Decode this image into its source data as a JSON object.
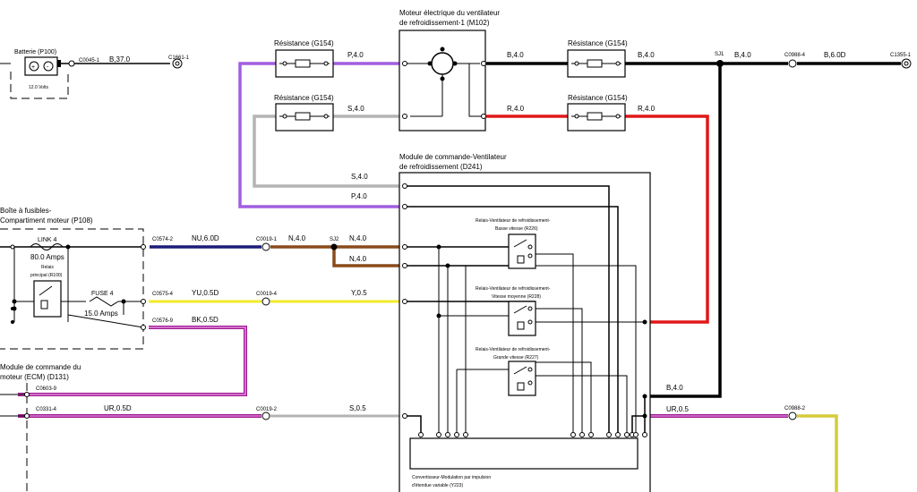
{
  "components": {
    "battery": {
      "title": "Batterie (P100)",
      "voltage": "12.0 Volts"
    },
    "motor": {
      "title_line1": "Moteur électrique du ventilateur",
      "title_line2": "de refroidissement-1 (M102)"
    },
    "resistor_top_left": "Résistance (G154)",
    "resistor_mid_left": "Résistance (G154)",
    "resistor_top_right": "Résistance (G154)",
    "resistor_mid_right": "Résistance (G154)",
    "module_d241": {
      "line1": "Module de commande-Ventilateur",
      "line2": "de refroidissement (D241)"
    },
    "fuse_box": {
      "line1": "Boîte à fusibles-",
      "line2": "Compartiment moteur (P108)"
    },
    "link4": {
      "name": "LINK 4",
      "rating": "80.0 Amps"
    },
    "relay_main": {
      "line1": "Relais",
      "line2": "principal (R100)"
    },
    "fuse4": {
      "name": "FUSE 4",
      "rating": "15.0 Amps"
    },
    "relay_low": {
      "line1": "Relais-Ventilateur de refroidissement-",
      "line2": "Basse vitesse (R226)"
    },
    "relay_mid": {
      "line1": "Relais-Ventilateur de refroidissement-",
      "line2": "Vitesse moyenne (R228)"
    },
    "relay_high": {
      "line1": "Relais-Ventilateur de refroidissement-",
      "line2": "Grande vitesse (R227)"
    },
    "ecm": {
      "line1": "Module de commande du",
      "line2": "moteur (ECM) (D131)"
    },
    "pwm": {
      "line1": "Convertisseur-Modulation par impulsion",
      "line2": "d'étendue variable (Y223)"
    }
  },
  "connectors": {
    "c0045_1": "C0045-1",
    "c1661_1": "C1661-1",
    "c0988_4": "C0988-4",
    "c1355_1": "C1355-1",
    "c0574_2": "C0574-2",
    "c0019_1": "C0019-1",
    "c0575_4": "C0575-4",
    "c0019_4": "C0019-4",
    "c0576_9": "C0576-9",
    "c0603_9": "C0603-9",
    "c0331_4": "C0331-4",
    "c0019_2": "C0019-2",
    "c0988_2": "C0988-2"
  },
  "splices": {
    "sj1": "SJ1",
    "sj2": "SJ2"
  },
  "wires": {
    "b37": "B,37.0",
    "p4_top": "P,4.0",
    "b4_motor": "B,4.0",
    "b4_res": "B,4.0",
    "b4_sj1": "B,4.0",
    "b6": "B,6.0D",
    "s4_res": "S,4.0",
    "r4_motor": "R,4.0",
    "r4_res": "R,4.0",
    "s4_mod": "S,4.0",
    "p4_mod": "P,4.0",
    "nu6": "NU,6.0D",
    "n4_a": "N,4.0",
    "n4_b": "N,4.0",
    "n4_c": "N,4.0",
    "yu05": "YU,0.5D",
    "y05": "Y,0.5",
    "bk05": "BK,0.5D",
    "b4_low": "B,4.0",
    "ur05d": "UR,0.5D",
    "s05": "S,0.5",
    "ur05": "UR,0.5"
  },
  "wire_colors": {
    "purple": "#a25ee0",
    "grey": "#b4b4b4",
    "black": "#000000",
    "red": "#e01818",
    "brown": "#8a4a1a",
    "navy": "#1c1c7a",
    "yellow": "#f2ea2a",
    "magenta": "#a01890",
    "pink": "#e090e0",
    "olive": "#d4cc3c"
  }
}
